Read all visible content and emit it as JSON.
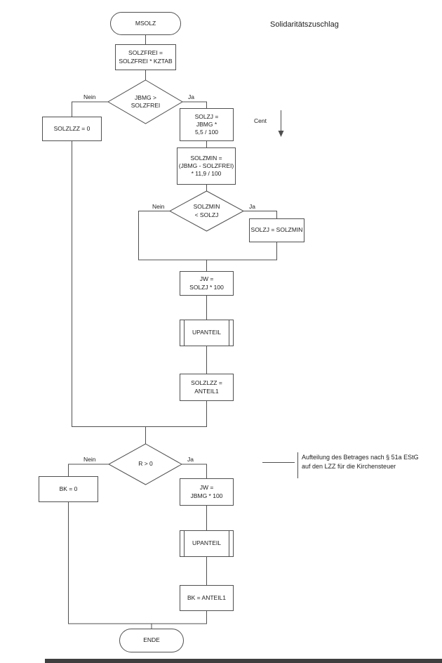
{
  "title": "Solidaritätszuschlag",
  "labels": {
    "nein": "Nein",
    "ja": "Ja",
    "cent": "Cent"
  },
  "flow": {
    "start": "MSOLZ",
    "step_solzfrei": "SOLZFREI =\nSOLZFREI * KZTAB",
    "decision_jbmg": "JBMG >\nSOLZFREI",
    "step_solzlzz_zero": "SOLZLZZ = 0",
    "step_solzj": "SOLZJ =\nJBMG *\n5,5 / 100",
    "step_solzmin": "SOLZMIN =\n(JBMG - SOLZFREI)\n* 11,9 / 100",
    "decision_solzmin": "SOLZMIN\n< SOLZJ",
    "step_solzj_solzmin": "SOLZJ = SOLZMIN",
    "step_jw_solzj": "JW =\nSOLZJ * 100",
    "subroutine_upanteil": "UPANTEIL",
    "step_solzlzz_anteil1": "SOLZLZZ =\nANTEIL1",
    "decision_r": "R > 0",
    "step_bk_zero": "BK = 0",
    "step_jw_jbmg": "JW =\nJBMG * 100",
    "step_bk_anteil1": "BK = ANTEIL1",
    "end": "ENDE",
    "annotation": "Aufteilung des Betrages nach § 51a EStG\nauf den LZZ für die Kirchensteuer"
  }
}
